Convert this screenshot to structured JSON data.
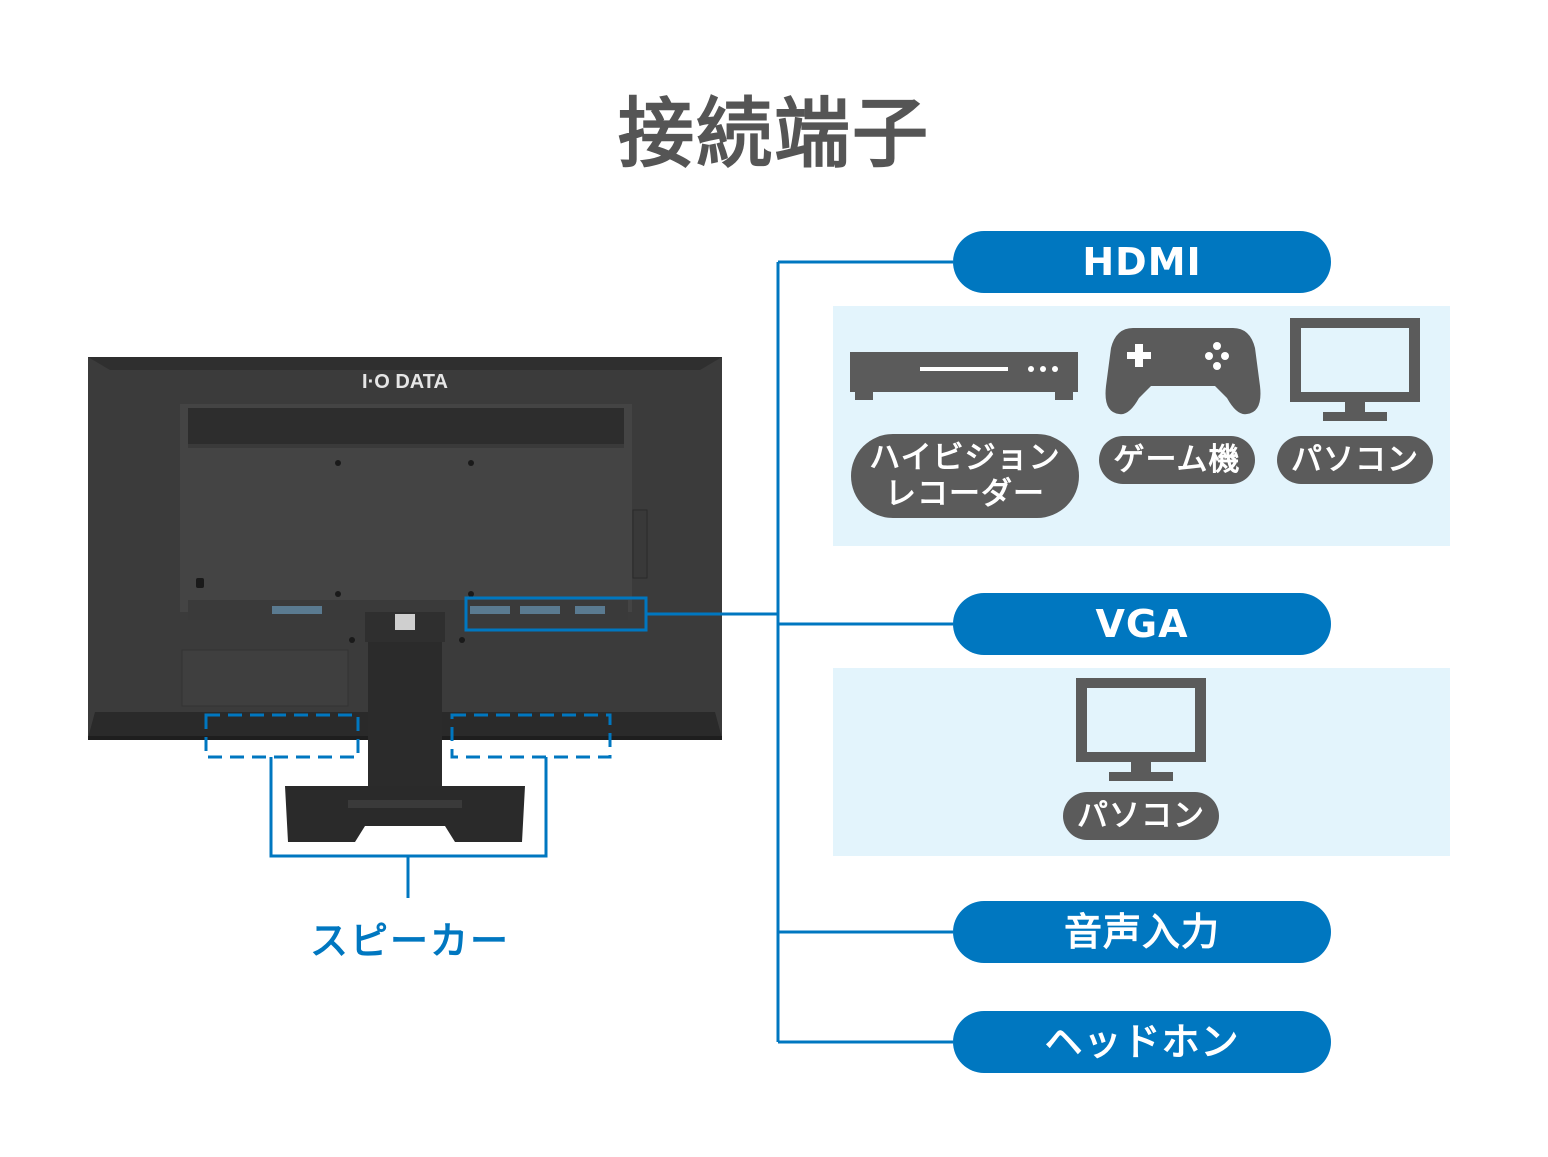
{
  "title": "接続端子",
  "brand": "I·O DATA",
  "speaker_label": "スピーカー",
  "colors": {
    "accent": "#0077c0",
    "panel": "#e3f4fc",
    "icon": "#5b5b5b",
    "title": "#555555"
  },
  "connectors": [
    {
      "label": "HDMI",
      "devices": [
        "ハイビジョン\nレコーダー",
        "ゲーム機",
        "パソコン"
      ],
      "icons": [
        "recorder-icon",
        "gamepad-icon",
        "monitor-icon"
      ]
    },
    {
      "label": "VGA",
      "devices": [
        "パソコン"
      ],
      "icons": [
        "monitor-icon"
      ]
    },
    {
      "label": "音声入力"
    },
    {
      "label": "ヘッドホン"
    }
  ]
}
